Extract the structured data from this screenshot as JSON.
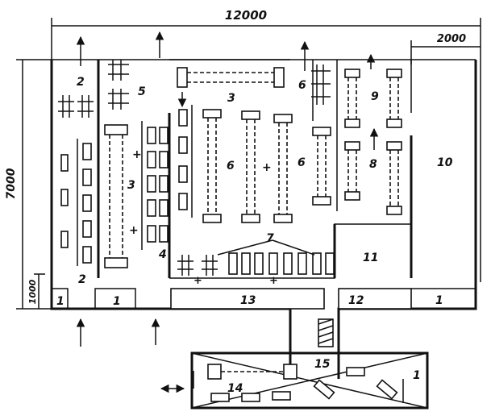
{
  "dimensions": {
    "overall_width": "12000",
    "overall_height": "7000",
    "right_offset": "2000",
    "bottom_offset": "1000"
  },
  "labels": {
    "n1a": "1",
    "n1b": "1",
    "n1c": "1",
    "n1d": "1",
    "n2a": "2",
    "n2b": "2",
    "n3a": "3",
    "n3b": "3",
    "n4": "4",
    "n5": "5",
    "n6a": "6",
    "n6b": "6",
    "n6c": "6",
    "n7": "7",
    "n8": "8",
    "n9": "9",
    "n10": "10",
    "n11": "11",
    "n12": "12",
    "n13": "13",
    "n14": "14",
    "n15": "15"
  }
}
